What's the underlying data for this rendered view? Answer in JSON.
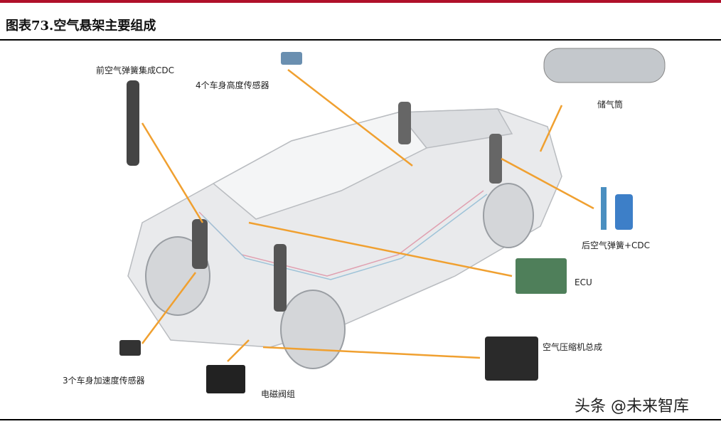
{
  "title": "图表73.空气悬架主要组成",
  "labels": {
    "front_spring": "前空气弹簧集成CDC",
    "height_sensor": "4个车身高度传感器",
    "reservoir": "储气筒",
    "rear_spring": "后空气弹簧+CDC",
    "ecu": "ECU",
    "compressor": "空气压缩机总成",
    "accel_sensor": "3个车身加速度传感器",
    "valve_block": "电磁阀组"
  },
  "watermark": "头条 @未来智库",
  "colors": {
    "accent_bar": "#b0102a",
    "leader_line": "#f0a030"
  }
}
